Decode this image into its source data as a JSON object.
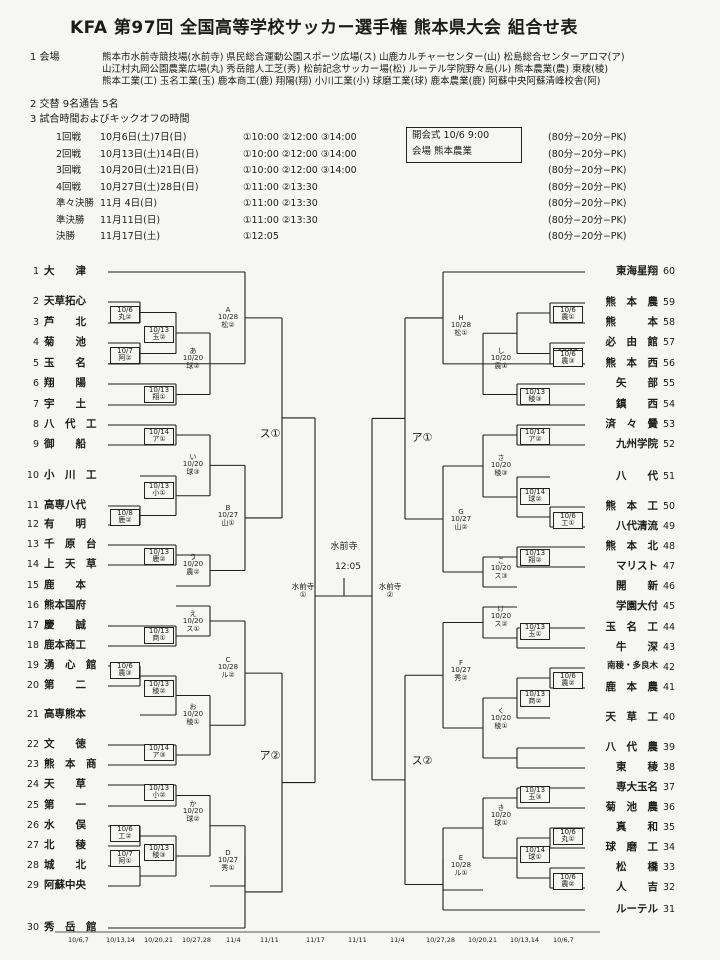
{
  "title": "KFA 第97回  全国高等学校サッカー選手権  熊本県大会  組合せ表",
  "info": {
    "venue_label": "1  会場",
    "venue_lines": [
      "熊本市水前寺競技場(水前寺)  県民総合運動公園スポーツ広場(ス)  山鹿カルチャーセンター(山)  松島総合センターアロマ(ア)",
      "山江村丸岡公園農業広場(丸)  秀岳館人工芝(秀)  松前記念サッカー場(松)  ルーテル学院野々島(ル)  熊本農業(農)  東稜(稜)",
      "熊本工業(工)  玉名工業(玉)  鹿本商工(鹿)  翔陽(翔)  小川工業(小)  球磨工業(球)  鹿本農業(鹿)  阿蘇中央阿蘇清峰校舎(阿)"
    ],
    "sub_label": "2  交替  9名通告  5名",
    "kickoff_label": "3  試合時間およびキックオフの時間",
    "schedule": [
      {
        "round": "1回戦",
        "date": "10月6日(土)7日(日)",
        "times": "①10:00  ②12:00  ③14:00",
        "format": "(80分−20分−PK)"
      },
      {
        "round": "2回戦",
        "date": "10月13日(土)14日(日)",
        "times": "①10:00  ②12:00  ③14:00",
        "format": "(80分−20分−PK)"
      },
      {
        "round": "3回戦",
        "date": "10月20日(土)21日(日)",
        "times": "①10:00  ②12:00  ③14:00",
        "format": "(80分−20分−PK)"
      },
      {
        "round": "4回戦",
        "date": "10月27日(土)28日(日)",
        "times": "①11:00  ②13:30",
        "format": "(80分−20分−PK)"
      },
      {
        "round": "準々決勝",
        "date": "11月 4日(日)",
        "times": "①11:00  ②13:30",
        "format": "(80分−20分−PK)"
      },
      {
        "round": "準決勝",
        "date": "11月11日(日)",
        "times": "①11:00  ②13:30",
        "format": "(80分−20分−PK)"
      },
      {
        "round": "決勝",
        "date": "11月17日(土)",
        "times": "①12:05",
        "format": "(80分−20分−PK)"
      }
    ],
    "opening_ceremony": "開会式  10/6 9:00",
    "opening_venue": "会場  熊本農業"
  },
  "left_teams": [
    {
      "no": "1",
      "name": "大　　津"
    },
    {
      "no": "2",
      "name": "天草拓心"
    },
    {
      "no": "3",
      "name": "芦　　北"
    },
    {
      "no": "4",
      "name": "菊　　池"
    },
    {
      "no": "5",
      "name": "玉　　名"
    },
    {
      "no": "6",
      "name": "翔　　陽"
    },
    {
      "no": "7",
      "name": "宇　　土"
    },
    {
      "no": "8",
      "name": "八　代　工"
    },
    {
      "no": "9",
      "name": "御　　船"
    },
    {
      "no": "10",
      "name": "小　川　工"
    },
    {
      "no": "11",
      "name": "高専八代"
    },
    {
      "no": "12",
      "name": "有　　明"
    },
    {
      "no": "13",
      "name": "千　原　台"
    },
    {
      "no": "14",
      "name": "上　天　草"
    },
    {
      "no": "15",
      "name": "鹿　　本"
    },
    {
      "no": "16",
      "name": "熊本国府"
    },
    {
      "no": "17",
      "name": "慶　　誠"
    },
    {
      "no": "18",
      "name": "鹿本商工"
    },
    {
      "no": "19",
      "name": "湧　心　館"
    },
    {
      "no": "20",
      "name": "第　　二"
    },
    {
      "no": "21",
      "name": "高専熊本"
    },
    {
      "no": "22",
      "name": "文　　徳"
    },
    {
      "no": "23",
      "name": "熊　本　商"
    },
    {
      "no": "24",
      "name": "天　　草"
    },
    {
      "no": "25",
      "name": "第　　一"
    },
    {
      "no": "26",
      "name": "水　　俣"
    },
    {
      "no": "27",
      "name": "北　　稜"
    },
    {
      "no": "28",
      "name": "城　　北"
    },
    {
      "no": "29",
      "name": "阿蘇中央"
    },
    {
      "no": "30",
      "name": "秀　岳　館"
    }
  ],
  "right_teams": [
    {
      "no": "60",
      "name": "東海星翔"
    },
    {
      "no": "59",
      "name": "熊　本　農"
    },
    {
      "no": "58",
      "name": "熊　　　本"
    },
    {
      "no": "57",
      "name": "必　由　館"
    },
    {
      "no": "56",
      "name": "熊　本　西"
    },
    {
      "no": "55",
      "name": "矢　　部"
    },
    {
      "no": "54",
      "name": "鎮　　西"
    },
    {
      "no": "53",
      "name": "済　々　黌"
    },
    {
      "no": "52",
      "name": "九州学院"
    },
    {
      "no": "51",
      "name": "八　　代"
    },
    {
      "no": "50",
      "name": "熊　本　工"
    },
    {
      "no": "49",
      "name": "八代清流"
    },
    {
      "no": "48",
      "name": "熊　本　北"
    },
    {
      "no": "47",
      "name": "マリスト"
    },
    {
      "no": "46",
      "name": "開　　新"
    },
    {
      "no": "45",
      "name": "学園大付"
    },
    {
      "no": "44",
      "name": "玉　名　工"
    },
    {
      "no": "43",
      "name": "牛　　深"
    },
    {
      "no": "42",
      "name": "南稜・多良木"
    },
    {
      "no": "41",
      "name": "鹿　本　農"
    },
    {
      "no": "40",
      "name": "天　草　工"
    },
    {
      "no": "39",
      "name": "八　代　農"
    },
    {
      "no": "38",
      "name": "東　　稜"
    },
    {
      "no": "37",
      "name": "専大玉名"
    },
    {
      "no": "36",
      "name": "菊　池　農"
    },
    {
      "no": "35",
      "name": "真　　和"
    },
    {
      "no": "34",
      "name": "球　磨　工"
    },
    {
      "no": "33",
      "name": "松　　橋"
    },
    {
      "no": "32",
      "name": "人　　吉"
    },
    {
      "no": "31",
      "name": "ルーテル"
    }
  ],
  "match_labels": {
    "l_r1a": "10/6\n丸②",
    "l_r1b": "10/7\n阿②",
    "l_r2a": "10/13\n玉②",
    "l_r2b": "10/13\n翔①",
    "l_r3a": "あ\n10/20\n球②",
    "l_A": "A\n10/28\n松②",
    "l_r2c": "10/14\nア①",
    "l_r2d": "10/13\n小①",
    "l_r1c": "10/8\n鹿②",
    "l_r3b": "い\n10/20\n球③",
    "l_r2e": "10/13\n鹿②",
    "l_r3c": "う\n10/20\n農②",
    "l_B": "B\n10/27\n山①",
    "l_su1": "ス①",
    "l_r3d": "え\n10/20\nス①",
    "l_r2f": "10/13\n商①",
    "l_r2g": "10/6\n農③",
    "l_r2h": "10/13\n稜②",
    "l_r3e": "お\n10/20\n稜①",
    "l_r2i": "10/14\nア③",
    "l_C": "C\n10/28\nル②",
    "l_r2j": "10/13\n小②",
    "l_r1d": "10/6\n工②",
    "l_r2k": "10/13\n稜③",
    "l_r1e": "10/7\n阿①",
    "l_r3f": "か\n10/20\n球②",
    "l_D": "D\n10/27\n秀①",
    "l_a2": "ア②",
    "sf_left": "水前寺\n①",
    "final_venue": "水前寺",
    "final_time": "12:05",
    "sf_right": "水前寺\n②",
    "r_r2a": "10/6\n農①",
    "r_r2b": "10/13\n農②",
    "r_r1a": "10/6\n農③",
    "r_r3a": "し\n10/20\n農①",
    "r_H": "H\n10/28\n松①",
    "r_r2c": "10/13\n稜③",
    "r_r2d": "10/14\nア②",
    "r_r3b": "さ\n10/20\n稜③",
    "r_r2e": "10/14\n球②",
    "r_r1b": "10/6\n工①",
    "r_G": "G\n10/27\n山②",
    "r_r2f": "10/13\n翔②",
    "r_r3c": "こ\n10/20\nス③",
    "r_a1": "ア①",
    "r_r3d": "け\n10/20\nス②",
    "r_r2g": "10/13\n玉①",
    "r_r1c": "10/6\n農②",
    "r_r2h": "10/13\n商②",
    "r_r3e": "く\n10/20\n稜①",
    "r_F": "F\n10/27\n秀②",
    "r_r2i": "10/13\n玉③",
    "r_r1d": "10/6\n丸①",
    "r_r2j": "10/14\n球①",
    "r_r1e": "10/6\n農②",
    "r_r3f": "き\n10/20\n球①",
    "r_E": "E\n10/28\nル①",
    "r_su2": "ス②"
  },
  "bottom_dates": [
    "10/6,7",
    "10/13,14",
    "10/20,21",
    "10/27,28",
    "11/4",
    "11/11",
    "11/17",
    "11/11",
    "11/4",
    "10/27,28",
    "10/20,21",
    "10/13,14",
    "10/6,7"
  ]
}
